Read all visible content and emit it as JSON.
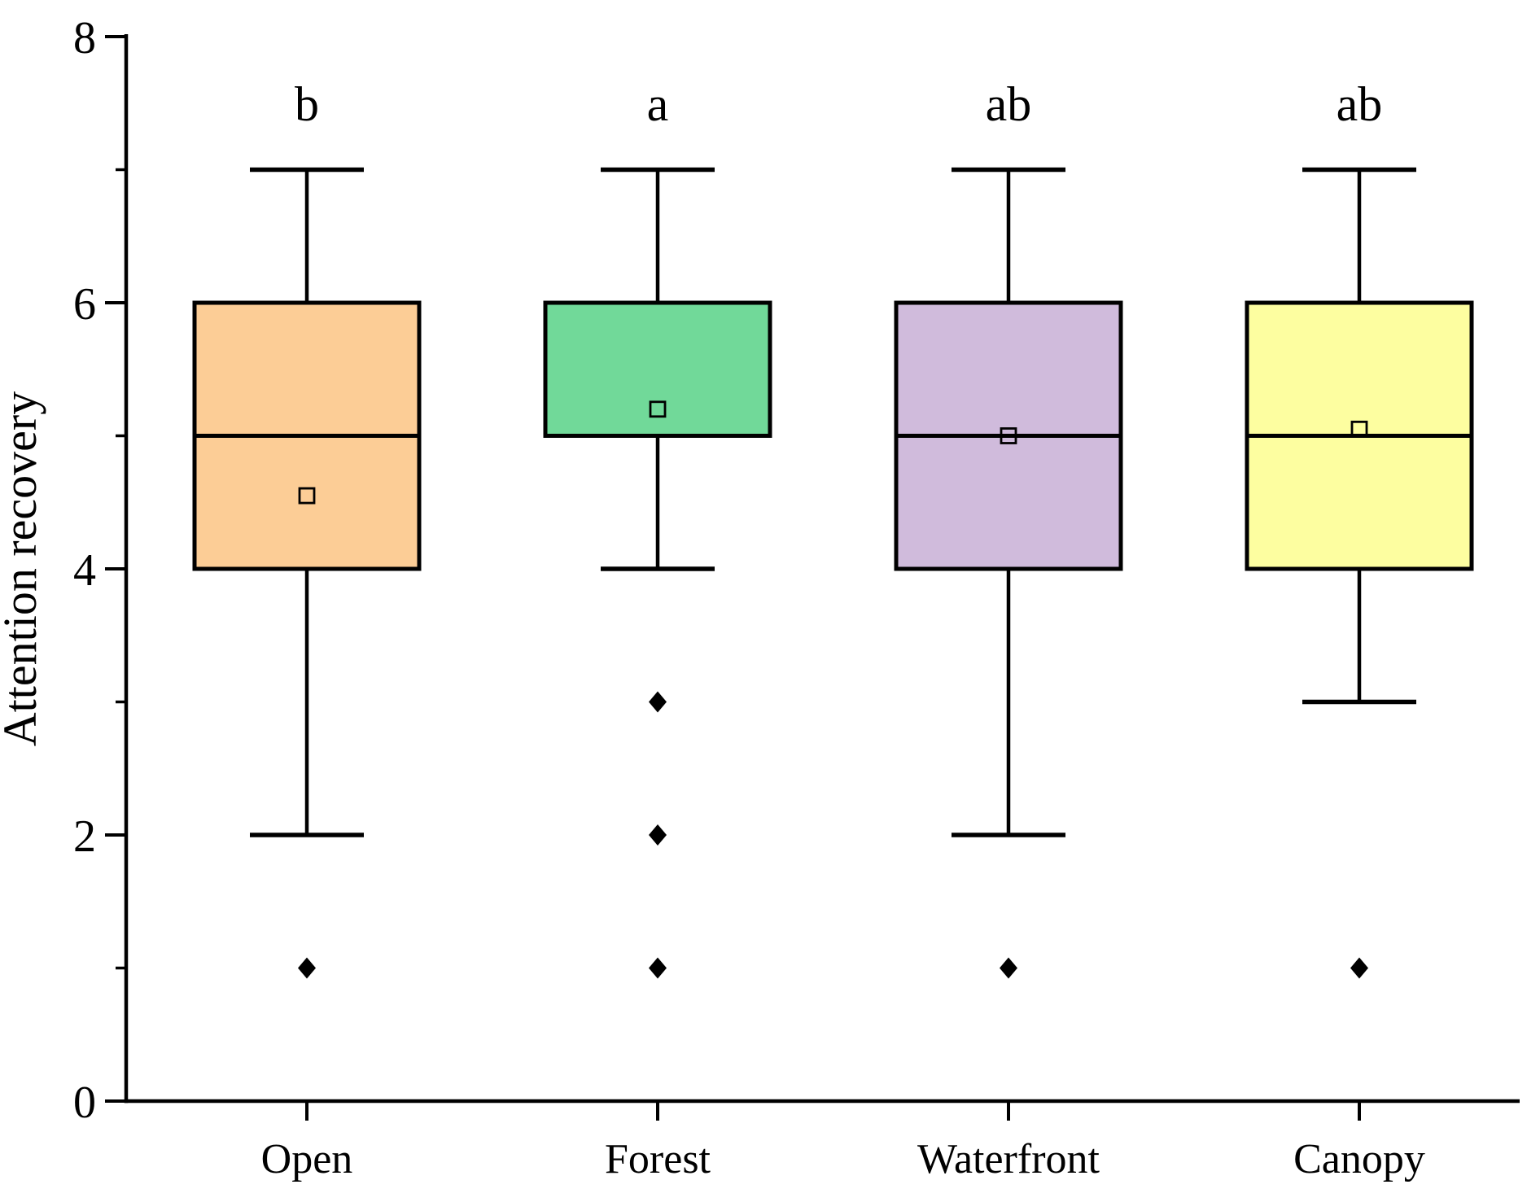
{
  "chart_data": {
    "type": "box",
    "title": "",
    "xlabel": "",
    "ylabel": "Attention recovery",
    "ylim": [
      0,
      8
    ],
    "y_major_ticks": [
      0,
      2,
      4,
      6,
      8
    ],
    "y_minor_ticks": [
      1,
      3,
      5,
      7
    ],
    "grid": false,
    "legend_position": "none",
    "mean_marker": "open-square",
    "outlier_marker": "filled-diamond",
    "axis_color": "#000000",
    "categories": [
      "Open",
      "Forest",
      "Waterfront",
      "Canopy"
    ],
    "series": [
      {
        "category": "Open",
        "sig_letter": "b",
        "whisker_low": 2,
        "q1": 4,
        "median": 5,
        "q3": 6,
        "whisker_high": 7,
        "mean": 4.55,
        "outliers": [
          1
        ],
        "fill": "#FCCD96"
      },
      {
        "category": "Forest",
        "sig_letter": "a",
        "whisker_low": 4,
        "q1": 5,
        "median": 5,
        "q3": 6,
        "whisker_high": 7,
        "mean": 5.2,
        "outliers": [
          3,
          2,
          1
        ],
        "fill": "#71D999"
      },
      {
        "category": "Waterfront",
        "sig_letter": "ab",
        "whisker_low": 2,
        "q1": 4,
        "median": 5,
        "q3": 6,
        "whisker_high": 7,
        "mean": 5.0,
        "outliers": [
          1
        ],
        "fill": "#D0BBDC"
      },
      {
        "category": "Canopy",
        "sig_letter": "ab",
        "whisker_low": 3,
        "q1": 4,
        "median": 5,
        "q3": 6,
        "whisker_high": 7,
        "mean": 5.05,
        "outliers": [
          1
        ],
        "fill": "#FDFEA0"
      }
    ]
  }
}
